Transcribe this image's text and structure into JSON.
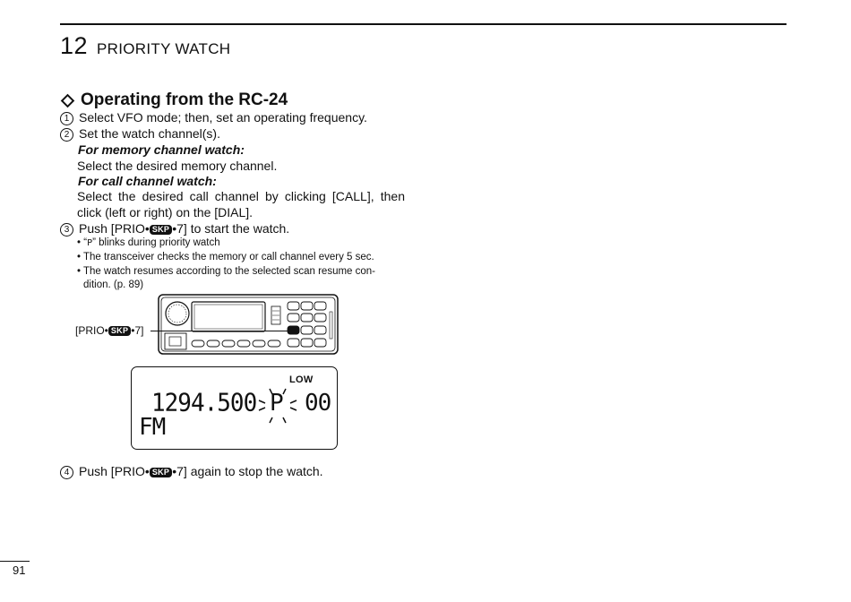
{
  "header": {
    "chapter_number": "12",
    "chapter_title": "PRIORITY WATCH"
  },
  "section": {
    "title": "Operating from the RC-24"
  },
  "steps": {
    "s1_mark": "1",
    "s1_text": "Select VFO mode; then, set an operating frequency.",
    "s2_mark": "2",
    "s2_text": "Set the watch channel(s).",
    "mem_head": "For memory channel watch:",
    "mem_text": "Select the desired memory channel.",
    "call_head": "For call channel watch:",
    "call_text_1": "Select the desired call channel by clicking [CALL], then",
    "call_text_2": "click (left or right) on the [DIAL].",
    "s3_mark": "3",
    "s3_pre": "Push [PRIO•",
    "s3_post": "•7] to start the watch.",
    "b1_pre": "• “",
    "b1_glyph": "P",
    "b1_post": "” blinks during priority watch",
    "b2": "• The transceiver checks the memory or call channel every 5 sec.",
    "b3_1": "• The watch resumes according to the selected scan resume con-",
    "b3_2": "dition. (p. 89)",
    "s4_mark": "4",
    "s4_pre": "Push [PRIO•",
    "s4_post": "•7] again to stop the watch."
  },
  "skp_label": "SKP",
  "callout": {
    "pre": "[PRIO•",
    "post": "•7]"
  },
  "lcd": {
    "low": "LOW",
    "frequency": "1294.500",
    "priority": "P",
    "channel": "00",
    "mode": "FM"
  },
  "footer": {
    "page_number": "91"
  },
  "colors": {
    "ink": "#111111",
    "background": "#ffffff"
  }
}
